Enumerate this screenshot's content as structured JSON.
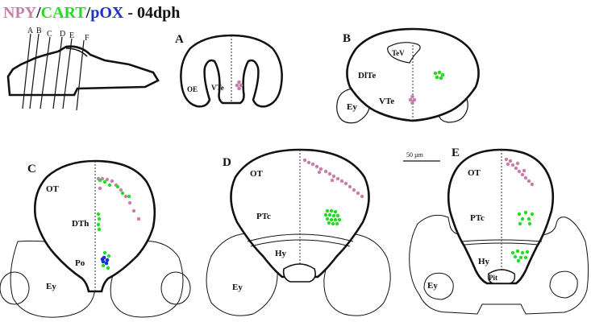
{
  "title": {
    "npy": "NPY",
    "sep1": "/",
    "cart": "CART",
    "sep2": "/",
    "pox": "pOX",
    "suffix": " - 04dph"
  },
  "colors": {
    "npy": "#c97eaa",
    "cart": "#22dd22",
    "pox": "#1a2fd0",
    "outline": "#111111"
  },
  "cut_labels": [
    "A",
    "B",
    "C",
    "D",
    "E",
    "F"
  ],
  "panels": {
    "a": {
      "letter": "A",
      "labels": {
        "oe": "OE",
        "vte": "VTe"
      }
    },
    "b": {
      "letter": "B",
      "labels": {
        "tev": "TeV",
        "dlte": "DlTe",
        "vte": "VTe",
        "ey": "Ey"
      }
    },
    "c": {
      "letter": "C",
      "labels": {
        "ot": "OT",
        "dth": "DTh",
        "po": "Po",
        "ey": "Ey"
      }
    },
    "d": {
      "letter": "D",
      "labels": {
        "ot": "OT",
        "ptc": "PTc",
        "hy": "Hy",
        "ey": "Ey"
      }
    },
    "e": {
      "letter": "E",
      "labels": {
        "ot": "OT",
        "ptc": "PTc",
        "hy": "Hy",
        "pit": "Pit",
        "ey": "Ey"
      }
    }
  },
  "scale_bar": "50 µm"
}
